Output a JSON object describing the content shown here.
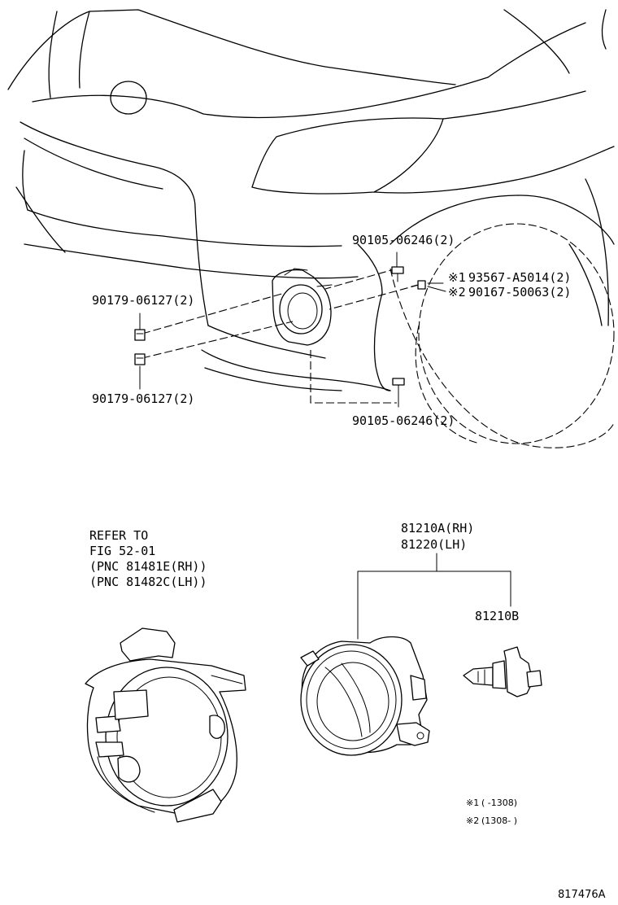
{
  "labels": {
    "bolt_upper": "90105-06246(2)",
    "screw_1": "93567-A5014(2)",
    "screw_2": "90167-50063(2)",
    "mark_1": "※1",
    "mark_2": "※2",
    "clip_upper": "90179-06127(2)",
    "clip_lower": "90179-06127(2)",
    "bolt_lower": "90105-06246(2)",
    "refer_line1": "REFER TO",
    "refer_line2": "FIG 52-01",
    "refer_line3": "(PNC 81481E(RH))",
    "refer_line4": "(PNC 81482C(LH))",
    "lamp_rh": "81210A(RH)",
    "lamp_lh": "81220(LH)",
    "bulb": "81210B",
    "note1_mark": "※1",
    "note1_range": "(      -1308)",
    "note2_mark": "※2",
    "note2_range": "(1308-       )",
    "figure_id": "817476A"
  }
}
